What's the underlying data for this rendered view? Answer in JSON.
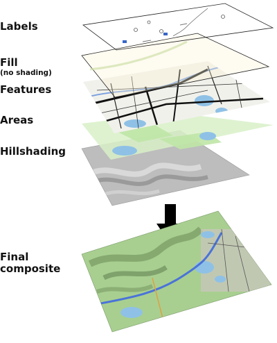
{
  "labels": {
    "labels_layer": "Labels",
    "fill_layer": "Fill",
    "fill_note": "(no shading)",
    "features_layer": "Features",
    "areas_layer": "Areas",
    "hillshading_layer": "Hillshading",
    "final_line1": "Final",
    "final_line2": "composite"
  },
  "colors": {
    "water": "#8fc1e6",
    "road": "#111111",
    "highway": "#7aa0e0",
    "vegetation": "#bfe6a6",
    "hillshade": "#b8b8b8",
    "terrain": "#9cc28a",
    "fill": "#fbf3d6",
    "arrow": "#000000"
  }
}
